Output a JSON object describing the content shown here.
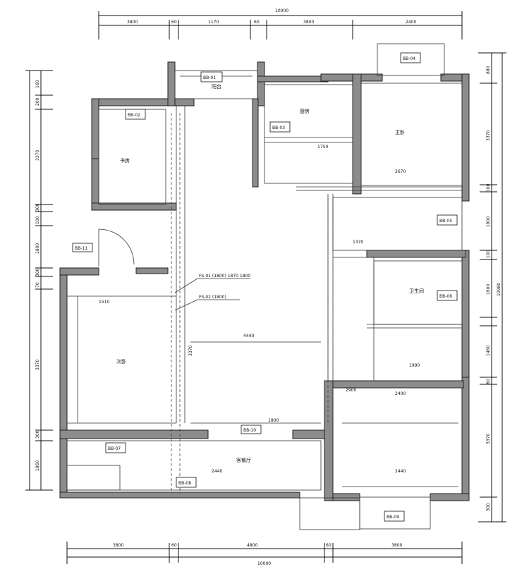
{
  "dimensions": {
    "top_total": "10000",
    "top_segments": [
      "3800",
      "60",
      "1170",
      "60",
      "3800",
      "2400"
    ],
    "bottom_total": "10000",
    "bottom_segments": [
      "3800",
      "60",
      "4800",
      "60",
      "3800"
    ],
    "left_segments": [
      "160",
      "200",
      "3370",
      "300",
      "100",
      "1800",
      "300",
      "70",
      "3370",
      "300",
      "1860"
    ],
    "right_total": "10980",
    "right_segments": [
      "880",
      "3370",
      "100",
      "1800",
      "100",
      "1600",
      "1460",
      "60",
      "3370",
      "300"
    ]
  },
  "rooms": [
    {
      "id": "living",
      "label": "客餐厅"
    },
    {
      "id": "master",
      "label": "主卧"
    },
    {
      "id": "bedroom2",
      "label": "次卧"
    },
    {
      "id": "kitchen",
      "label": "厨房"
    },
    {
      "id": "bath",
      "label": "卫生间"
    },
    {
      "id": "balcony",
      "label": "阳台"
    },
    {
      "id": "study",
      "label": "书房"
    }
  ],
  "interior_dims": [
    "4440",
    "1510",
    "2440",
    "1750",
    "2400",
    "3370",
    "2670",
    "1800",
    "1990",
    "2440",
    "1370",
    "2900"
  ],
  "tags": [
    "BB-01",
    "BB-02",
    "BB-03",
    "BB-04",
    "BB-05",
    "BB-06",
    "BB-07",
    "BB-08",
    "BB-09",
    "BB-10",
    "BB-11"
  ],
  "annotations": [
    "FS-01 (1800) 1870 1800",
    "FS-02 (1800)"
  ],
  "colors": {
    "wall": "#8c8c8c",
    "line": "#111111"
  }
}
